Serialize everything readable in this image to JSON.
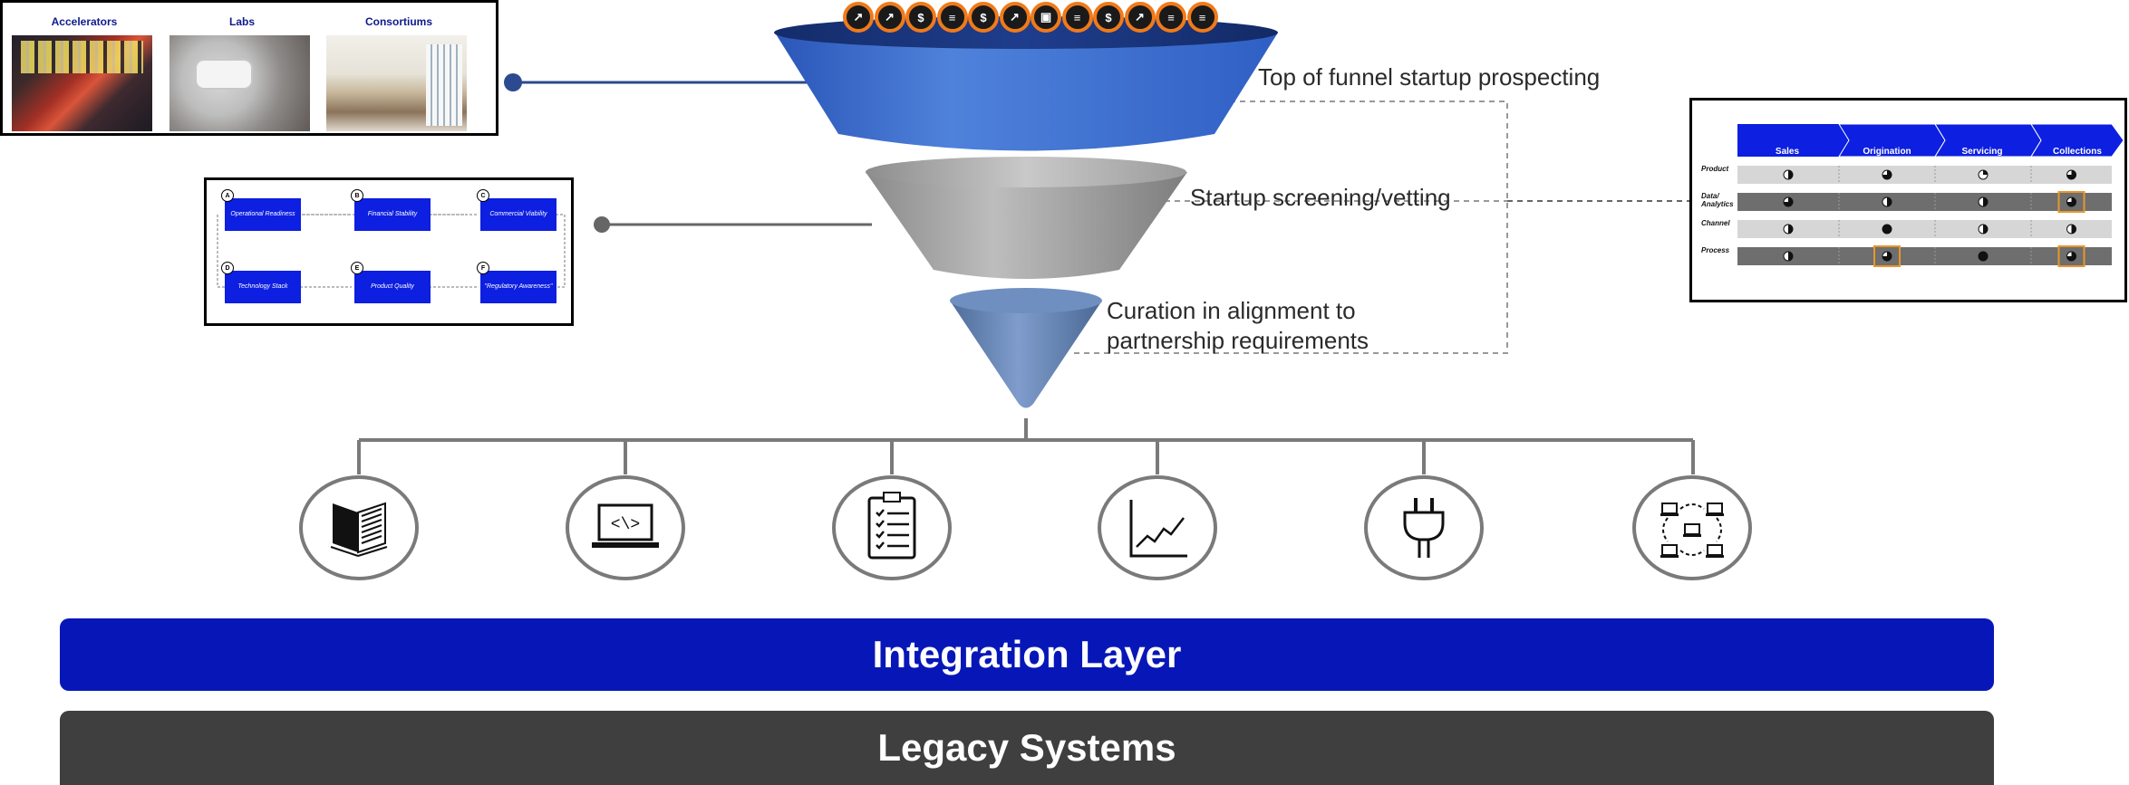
{
  "sources": {
    "labels": [
      "Accelerators",
      "Labs",
      "Consortiums"
    ]
  },
  "criteria": {
    "items": [
      {
        "letter": "A",
        "label": "Operational Readiness"
      },
      {
        "letter": "B",
        "label": "Financial Stability"
      },
      {
        "letter": "C",
        "label": "Commercial Viability"
      },
      {
        "letter": "D",
        "label": "Technology Stack"
      },
      {
        "letter": "E",
        "label": "Product Quality"
      },
      {
        "letter": "F",
        "label": "\"Regulatory Awareness\""
      }
    ]
  },
  "funnel": {
    "top_label": "Top of funnel startup prospecting",
    "middle_label": "Startup screening/vetting",
    "bottom_label_line1": "Curation in alignment to",
    "bottom_label_line2": "partnership requirements",
    "token_icons": [
      "rocket-icon",
      "rocket-icon",
      "dollar-icon",
      "document-icon",
      "dollar-icon",
      "rocket-icon",
      "laptop-icon",
      "document-icon",
      "dollar-icon",
      "rocket-icon",
      "document-icon",
      "document-icon"
    ]
  },
  "matrix": {
    "columns": [
      "Sales",
      "Origination",
      "Servicing",
      "Collections"
    ],
    "rows": [
      "Product",
      "Data/ Analytics",
      "Channel",
      "Process"
    ],
    "fills": [
      [
        0.5,
        0.75,
        0.25,
        0.75
      ],
      [
        0.75,
        0.5,
        0.5,
        0.75
      ],
      [
        0.5,
        1.0,
        0.5,
        0.5
      ],
      [
        0.5,
        0.75,
        1.0,
        0.75
      ]
    ],
    "highlighted": [
      [
        1,
        3
      ],
      [
        3,
        1
      ],
      [
        3,
        3
      ]
    ],
    "highlight_color": "#e8962a"
  },
  "capabilities": {
    "icons": [
      "book-icon",
      "code-laptop-icon",
      "checklist-icon",
      "line-chart-icon",
      "plug-icon",
      "network-icon"
    ]
  },
  "layers": {
    "integration": "Integration Layer",
    "legacy": "Legacy Systems"
  },
  "colors": {
    "integration_bar": "#0717b7",
    "legacy_bar": "#3f3f3f",
    "funnel_top": "#3f6fcc",
    "funnel_middle": "#9a9a9a",
    "funnel_bottom": "#5a7aa8",
    "token_ring": "#f07a1a",
    "chevron": "#0d1fe0"
  }
}
